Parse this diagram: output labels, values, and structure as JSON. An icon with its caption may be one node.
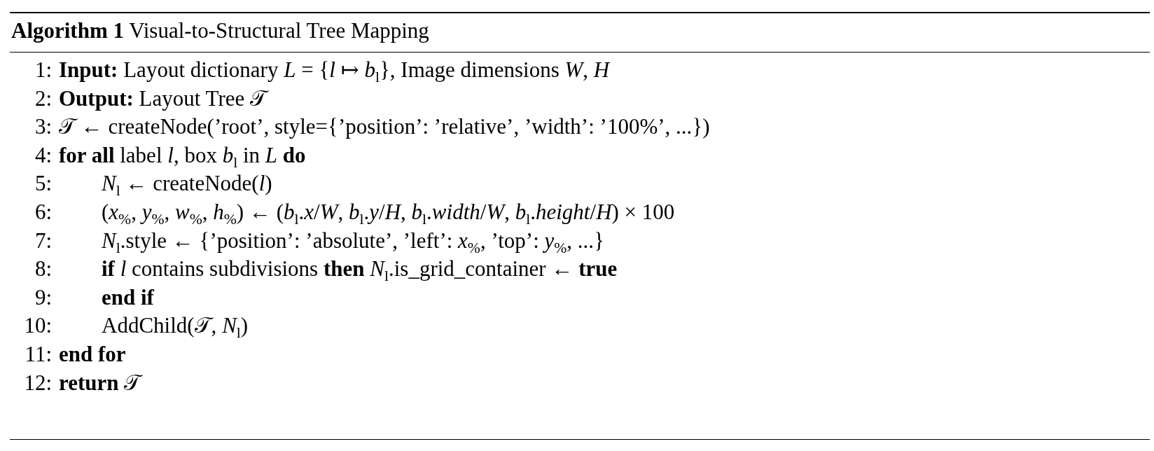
{
  "diagram": {
    "title": "**Algorithm 1** Visual-to-Structural Tree Mapping",
    "labels": [
      "1:",
      "**Input:** Layout dictionary *L* = {*l* ↦ *b*$_{l}$}, Image dimensions *W*, *H*",
      "2:",
      "**Output:** Layout Tree 𝒯",
      "3:",
      "𝒯 ← createNode(’root’, style={’position’: ’relative’, ’width’: ’100%’, ...})",
      "4:",
      "**for all** label *l*, box *b*$_{l}$ in *L* **do**",
      "5:",
      "*N*$_{l}$ ← createNode(*l*)",
      "6:",
      "(*x*$_{%}$, *y*$_{%}$, *w*$_{%}$, *h*$_{%}$) ← (*b*$_{l}$.*x*/*W*, *b*$_{l}$.*y*/*H*, *b*$_{l}$.*width*/*W*, *b*$_{l}$.*height*/*H*) × 100",
      "7:",
      "*N*$_{l}$.style ← {’position’: ’absolute’, ’left’: *x*$_{%}$, ’top’: *y*$_{%}$, ...}",
      "8:",
      "**if** *l* contains subdivisions **then** *N*$_{l}$.is_grid_container ← **true**",
      "9:",
      "**end if**",
      "10:",
      "AddChild(𝒯, *N*$_{l}$)",
      "11:",
      "**end for**",
      "12:",
      "**return** 𝒯"
    ]
  }
}
